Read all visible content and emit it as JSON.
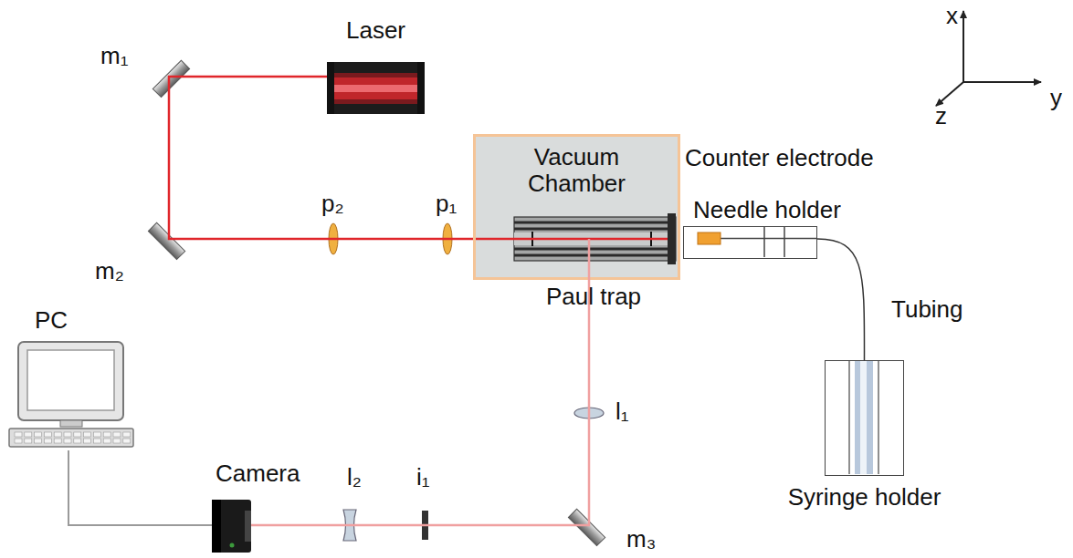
{
  "diagram": {
    "nodes": [
      {
        "text": [
          "Laser"
        ]
      },
      {
        "text": [
          "Vacuum Chamber"
        ]
      },
      {
        "text": [
          "Needle holder"
        ]
      },
      {
        "text": [
          "PC"
        ]
      },
      {
        "text": [
          "Syringe holder"
        ]
      },
      {
        "text": [
          "Camera"
        ]
      }
    ],
    "edges": [
      {
        "from": 0,
        "to": 1,
        "arrow": "none"
      },
      {
        "from": 2,
        "to": 4,
        "arrow": "none"
      },
      {
        "from": 1,
        "to": 5,
        "arrow": "none"
      },
      {
        "from": 3,
        "to": 5,
        "arrow": "none"
      }
    ],
    "labels": [
      "x",
      "m₁",
      "y",
      "z",
      "m₂",
      "p₂",
      "p₁",
      "Counter electrode",
      "Paul trap",
      "Tubing",
      "l₁",
      "i₁",
      "l₂",
      "m₃"
    ]
  }
}
